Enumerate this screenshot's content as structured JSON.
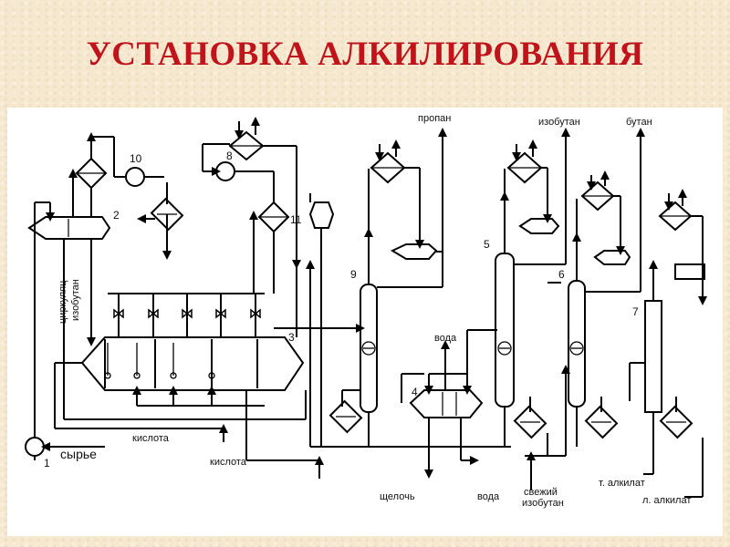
{
  "slide": {
    "title": "УСТАНОВКА АЛКИЛИРОВАНИЯ"
  },
  "diagram": {
    "equipment_numbers": [
      "1",
      "2",
      "3",
      "4",
      "5",
      "6",
      "7",
      "8",
      "9",
      "10",
      "11"
    ],
    "labels": {
      "propane": "пропан",
      "isobutane": "изобутан",
      "butane": "бутан",
      "water_in": "вода",
      "acid_1": "кислота",
      "acid_2": "кислота",
      "feed": "сырье",
      "circ_1": "циркуляц",
      "circ_2": "изобутан",
      "alkali": "щелочь",
      "water_out": "вода",
      "fresh_1": "свежий",
      "fresh_2": "изобутан",
      "heavy_alk": "т. алкилат",
      "light_alk": "л. алкилат"
    }
  }
}
